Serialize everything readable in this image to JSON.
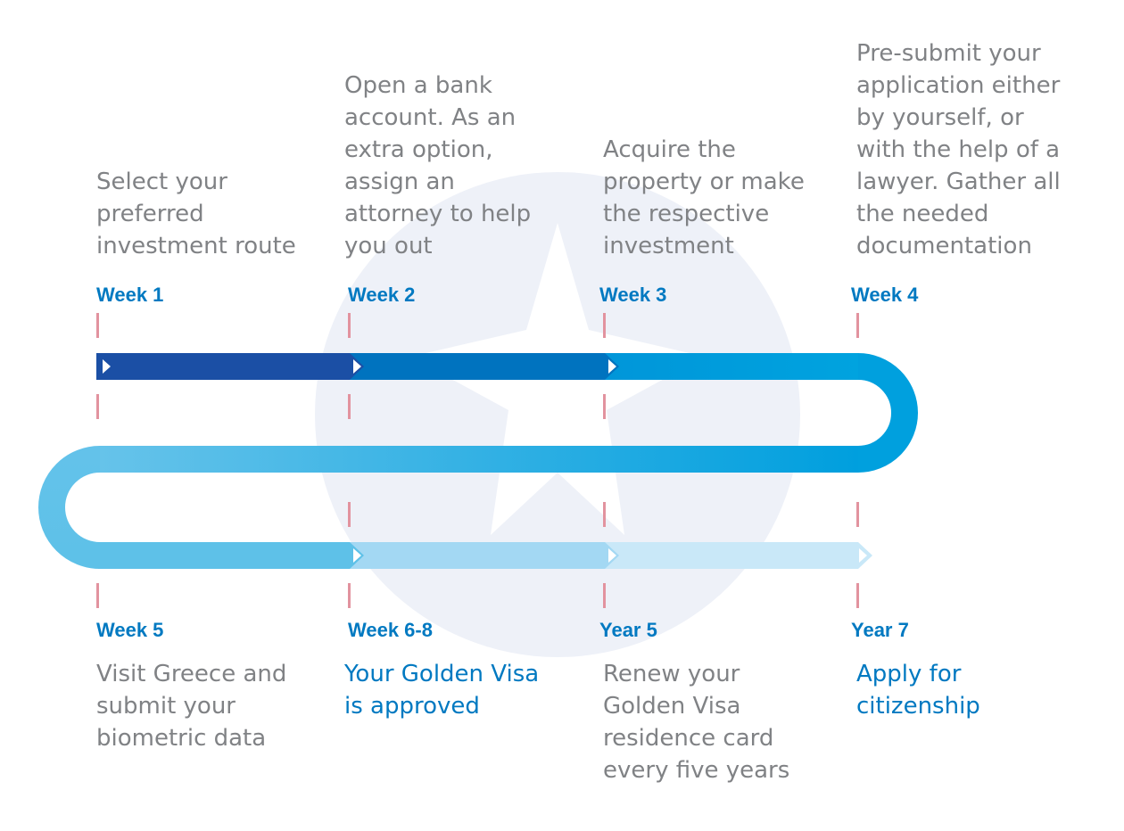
{
  "colors": {
    "label": "#0079c1",
    "description": "#808285",
    "highlight": "#0079c1",
    "tick": "#e2939f",
    "watermark": "#eef1f8",
    "segments": [
      "#1b4fa5",
      "#0073bf",
      "#009fde",
      "#5ec1e8",
      "#a3d8f3",
      "#c9e8f8"
    ]
  },
  "steps": [
    {
      "label": "Week 1",
      "text": "Select your\npreferred\ninvestment route",
      "highlight": false
    },
    {
      "label": "Week 2",
      "text": "Open a bank\naccount. As an\nextra option,\nassign an\nattorney to help\nyou out",
      "highlight": false
    },
    {
      "label": "Week 3",
      "text": "Acquire the\nproperty or make\nthe respective\ninvestment",
      "highlight": false
    },
    {
      "label": "Week 4",
      "text": "Pre-submit your\napplication either\nby yourself, or\nwith the help of a\nlawyer. Gather all\nthe needed\ndocumentation",
      "highlight": false
    },
    {
      "label": "Week 5",
      "text": "Visit Greece and\nsubmit your\nbiometric data",
      "highlight": false
    },
    {
      "label": "Week 6-8",
      "text": "Your Golden Visa\nis approved",
      "highlight": true
    },
    {
      "label": "Year 5",
      "text": "Renew your\nGolden Visa\nresidence card\nevery five years",
      "highlight": false
    },
    {
      "label": "Year 7",
      "text": "Apply for\ncitizenship",
      "highlight": true
    }
  ]
}
